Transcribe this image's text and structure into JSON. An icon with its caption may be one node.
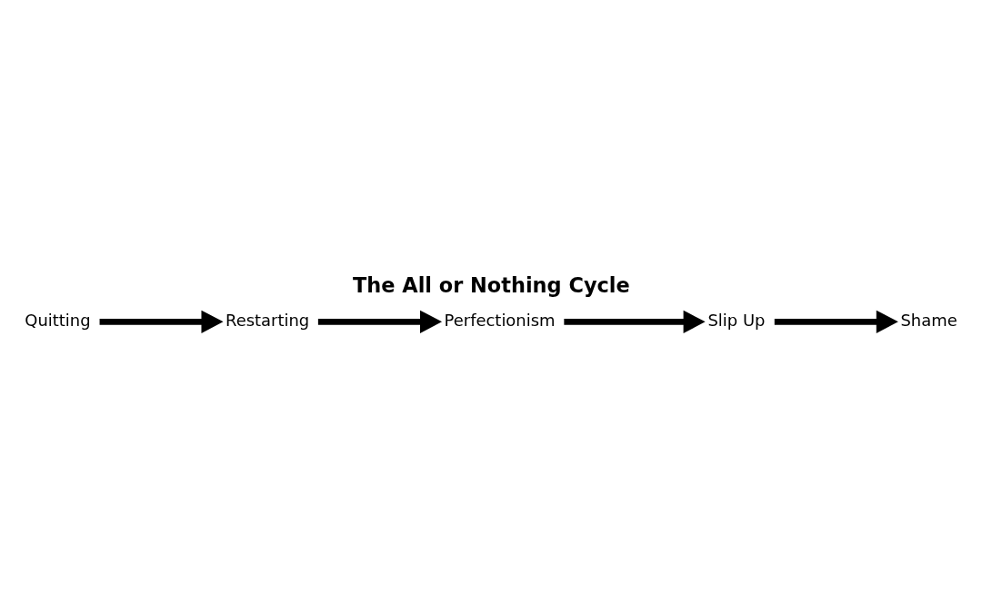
{
  "diagram": {
    "title": "The All or Nothing Cycle",
    "nodes": [
      {
        "text": [
          "Perfectionism"
        ]
      },
      {
        "text": [
          "Slip Up"
        ]
      },
      {
        "text": [
          "Shame"
        ]
      },
      {
        "text": [
          "Quitting"
        ]
      },
      {
        "text": [
          "Restarting"
        ]
      }
    ],
    "edges": [
      {
        "from": 0,
        "to": 1,
        "arrow": "to"
      },
      {
        "from": 1,
        "to": 2,
        "arrow": "to"
      },
      {
        "from": 3,
        "to": 4,
        "arrow": "to"
      },
      {
        "from": 4,
        "to": 0,
        "arrow": "to"
      }
    ]
  }
}
